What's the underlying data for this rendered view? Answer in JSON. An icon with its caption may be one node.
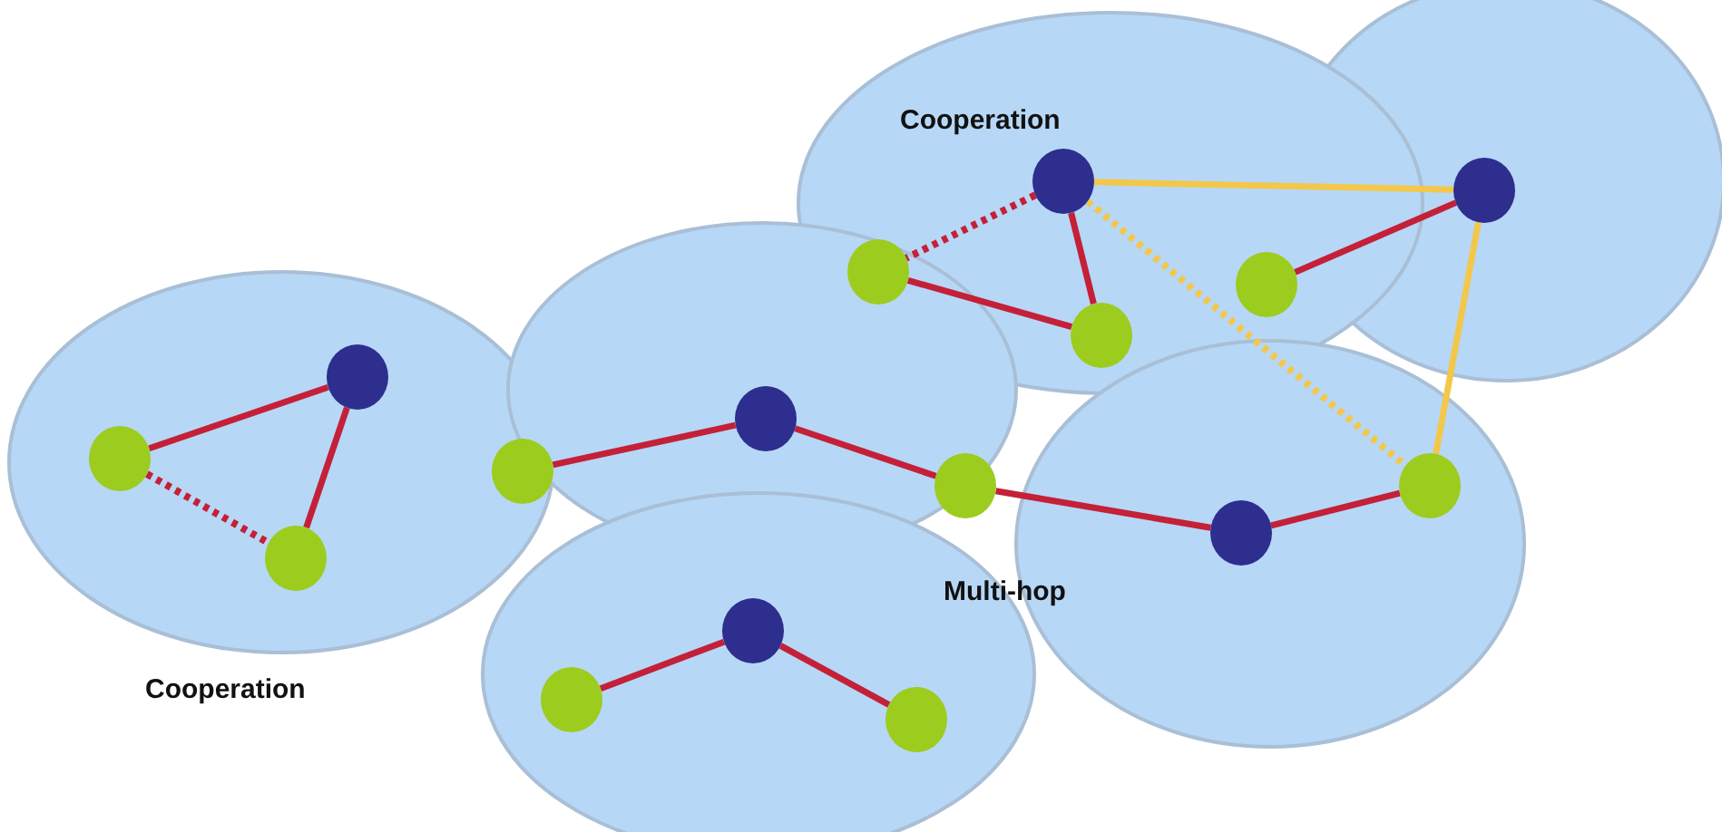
{
  "diagram": {
    "nodes": [
      {
        "text": [],
        "shape": "circle"
      },
      {
        "text": [],
        "shape": "circle"
      },
      {
        "text": [],
        "shape": "circle"
      },
      {
        "text": [],
        "shape": "circle"
      },
      {
        "text": [],
        "shape": "circle"
      },
      {
        "text": [],
        "shape": "circle"
      },
      {
        "text": [],
        "shape": "circle"
      },
      {
        "text": [],
        "shape": "circle"
      },
      {
        "text": [],
        "shape": "circle"
      },
      {
        "text": [],
        "shape": "circle"
      },
      {
        "text": [],
        "shape": "circle"
      },
      {
        "text": [],
        "shape": "circle"
      },
      {
        "text": [],
        "shape": "circle"
      },
      {
        "text": [],
        "shape": "circle"
      },
      {
        "text": [],
        "shape": "circle"
      },
      {
        "text": [],
        "shape": "circle"
      }
    ],
    "edges": [
      {
        "from": 0,
        "to": 2,
        "arrow": "none"
      },
      {
        "from": 2,
        "to": 1,
        "arrow": "none"
      },
      {
        "from": 0,
        "to": 1,
        "arrow": "none",
        "style": "dashed"
      },
      {
        "from": 3,
        "to": 6,
        "arrow": "none"
      },
      {
        "from": 6,
        "to": 9,
        "arrow": "none"
      },
      {
        "from": 9,
        "to": 12,
        "arrow": "none"
      },
      {
        "from": 12,
        "to": 14,
        "arrow": "none"
      },
      {
        "from": 4,
        "to": 5,
        "arrow": "none"
      },
      {
        "from": 5,
        "to": 8,
        "arrow": "none"
      },
      {
        "from": 10,
        "to": 7,
        "arrow": "none",
        "style": "dashed"
      },
      {
        "from": 10,
        "to": 11,
        "arrow": "none"
      },
      {
        "from": 7,
        "to": 11,
        "arrow": "none"
      },
      {
        "from": 13,
        "to": 15,
        "arrow": "none"
      },
      {
        "from": 10,
        "to": 15,
        "arrow": "none",
        "color": "#f2c84b"
      },
      {
        "from": 15,
        "to": 14,
        "arrow": "none",
        "color": "#f2c84b"
      },
      {
        "from": 10,
        "to": 14,
        "arrow": "none",
        "style": "dashed",
        "color": "#f2c84b"
      }
    ],
    "labels": [
      "Cooperation",
      "Cooperation",
      "Multi-hop"
    ]
  }
}
